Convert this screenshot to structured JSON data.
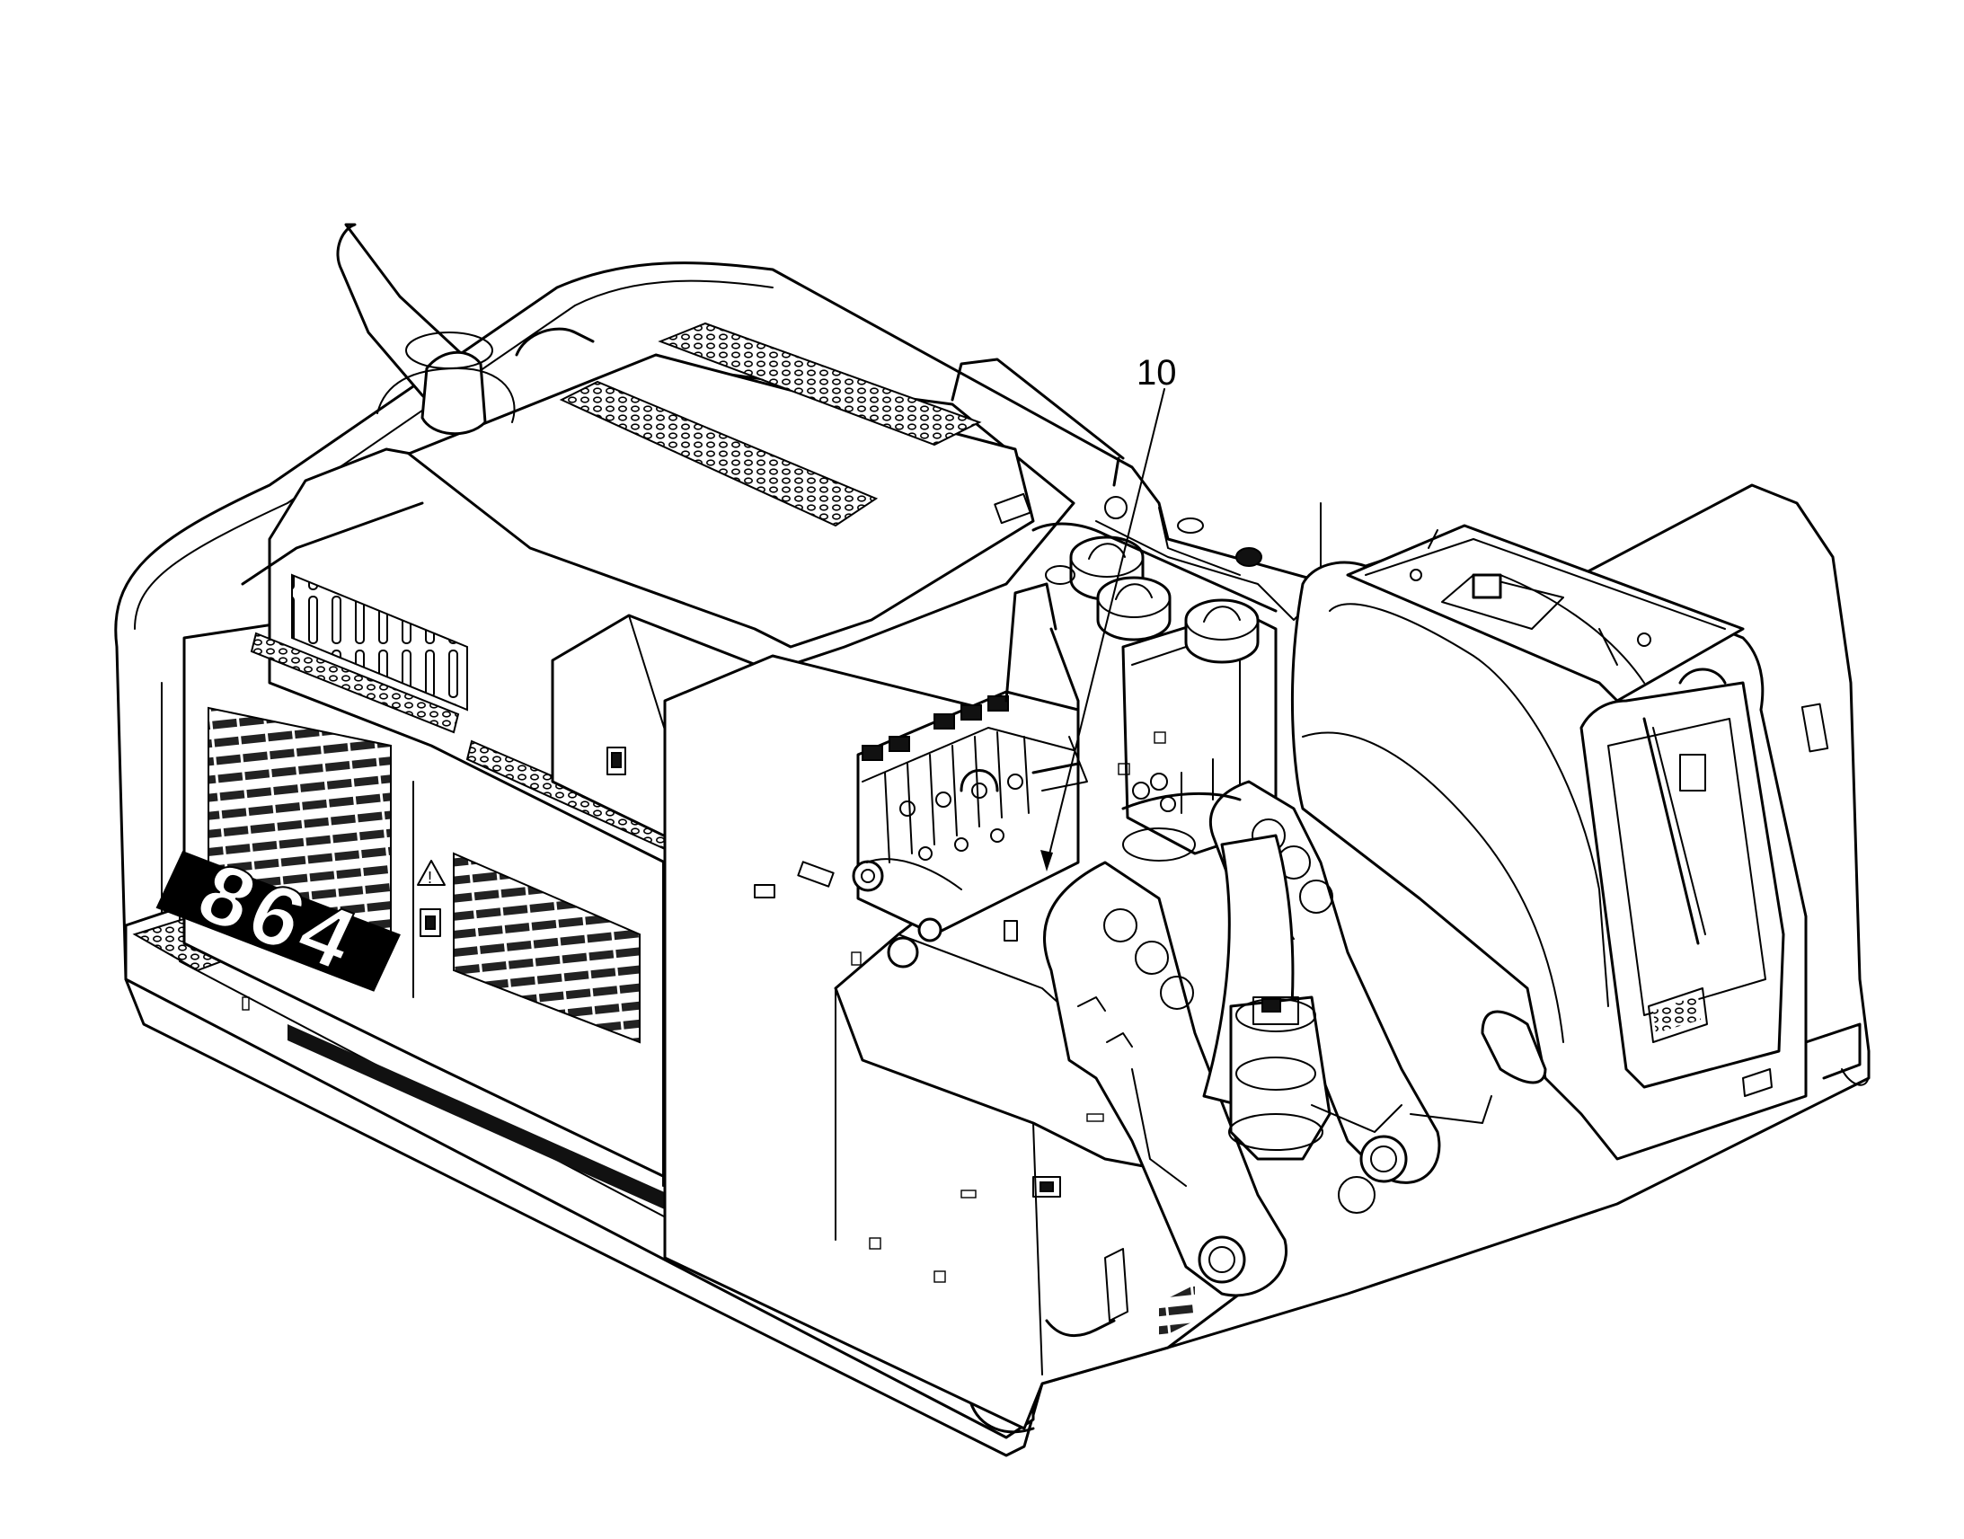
{
  "figure": {
    "model_marking": "864",
    "callouts": [
      {
        "id": "callout-10",
        "label": "10"
      }
    ]
  },
  "colors": {
    "line": "#000000",
    "background": "#ffffff"
  }
}
